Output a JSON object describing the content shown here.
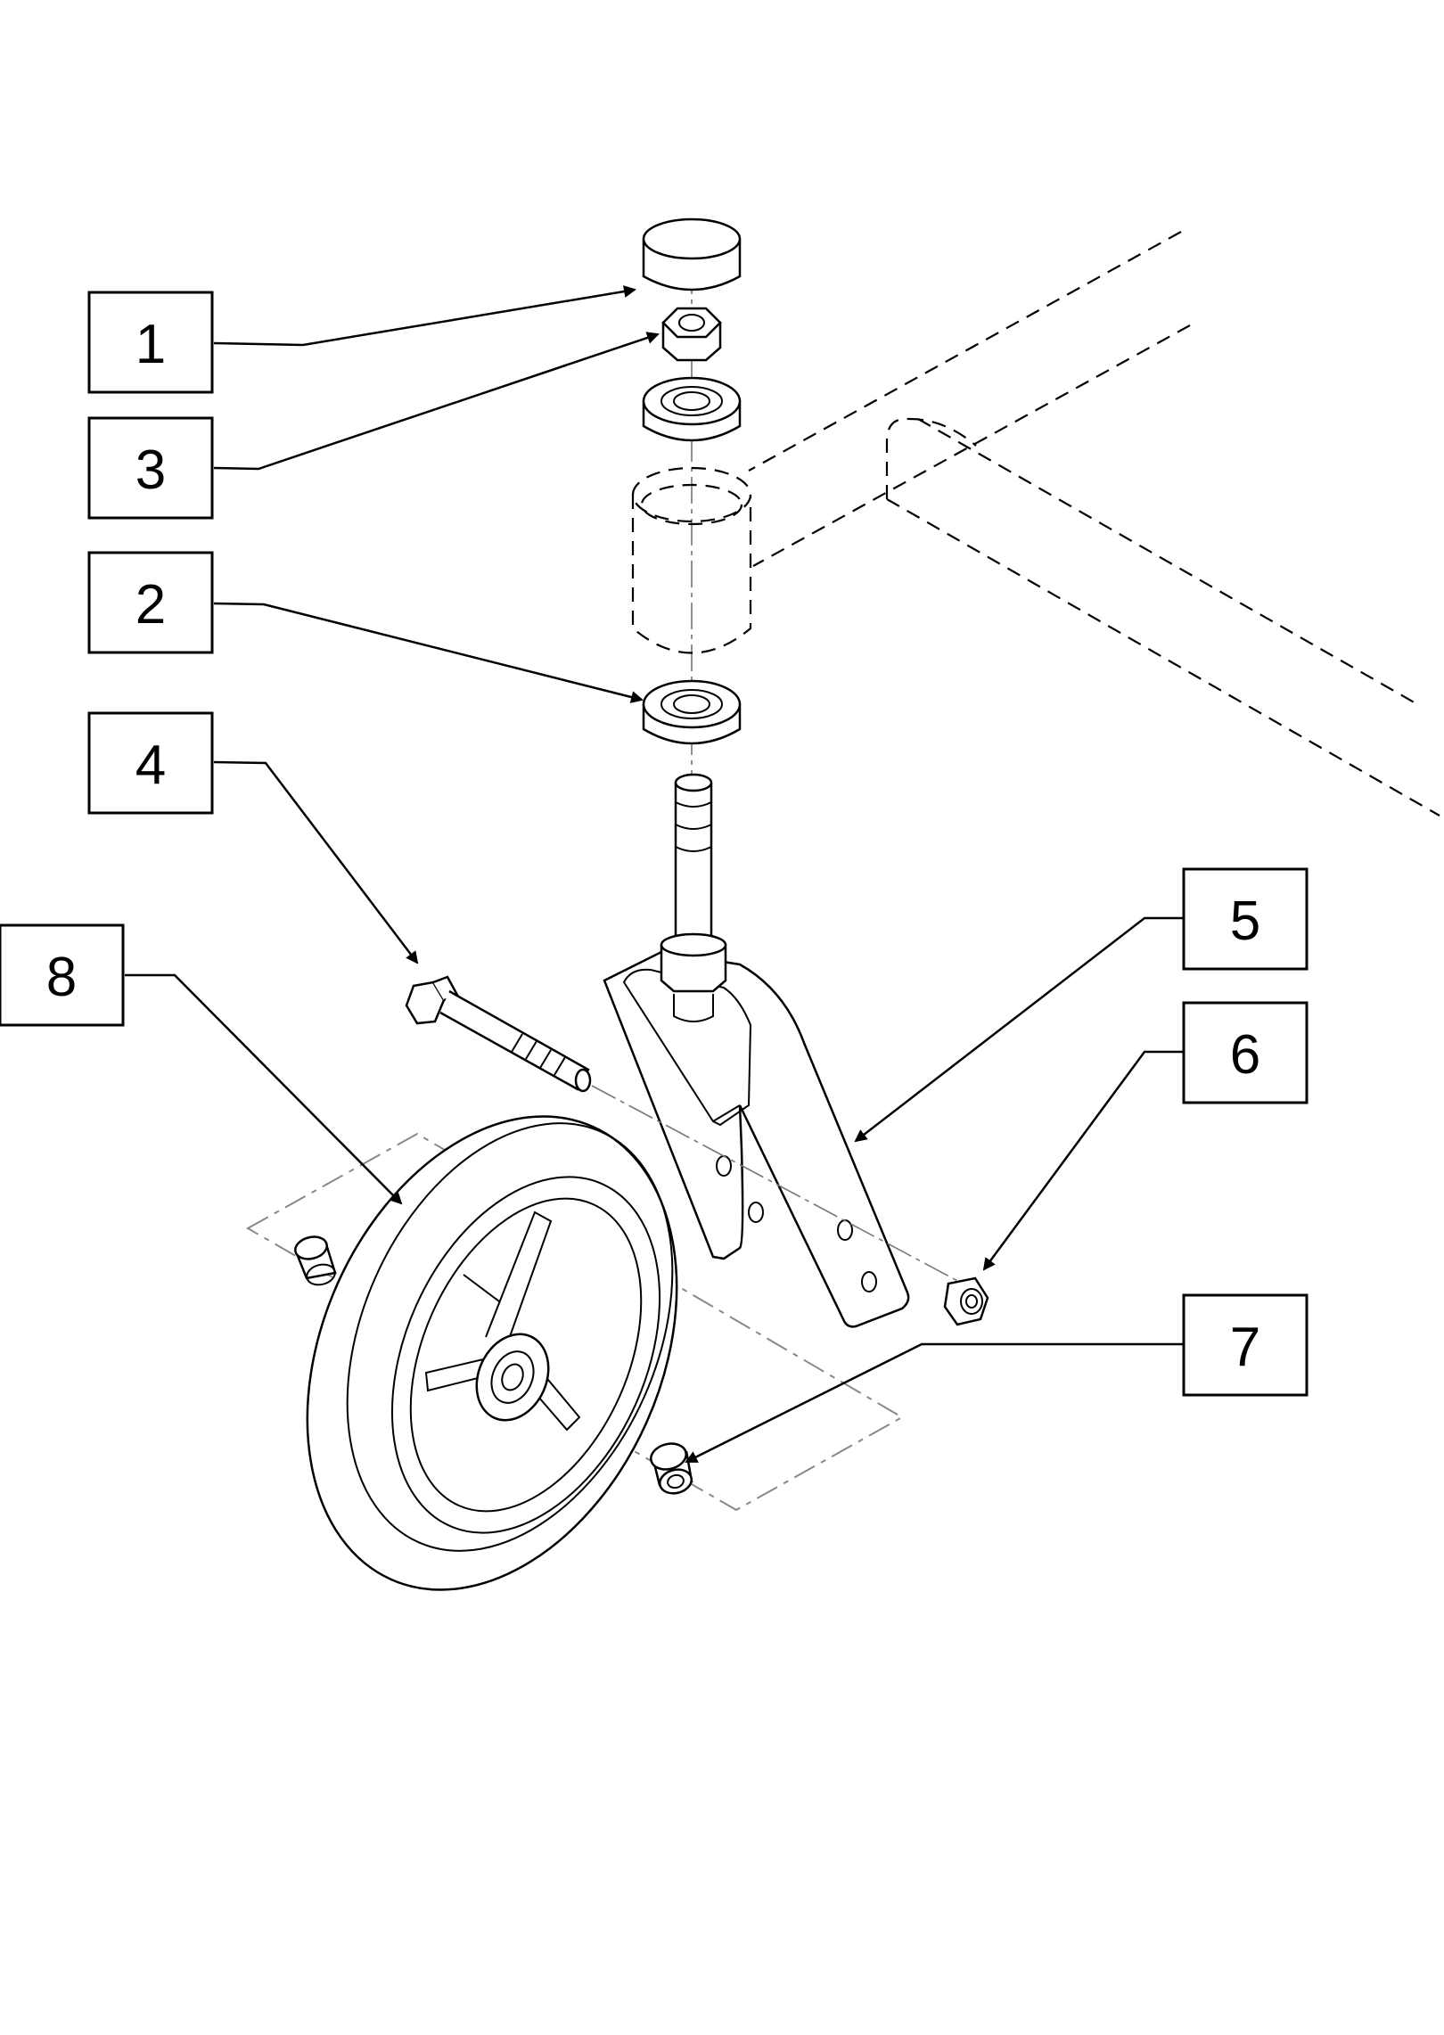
{
  "callouts": [
    {
      "id": "1",
      "label": "1"
    },
    {
      "id": "2",
      "label": "2"
    },
    {
      "id": "3",
      "label": "3"
    },
    {
      "id": "4",
      "label": "4"
    },
    {
      "id": "5",
      "label": "5"
    },
    {
      "id": "6",
      "label": "6"
    },
    {
      "id": "7",
      "label": "7"
    },
    {
      "id": "8",
      "label": "8"
    }
  ],
  "colors": {
    "line": "#000000",
    "background": "#ffffff",
    "centerline": "#777777"
  }
}
